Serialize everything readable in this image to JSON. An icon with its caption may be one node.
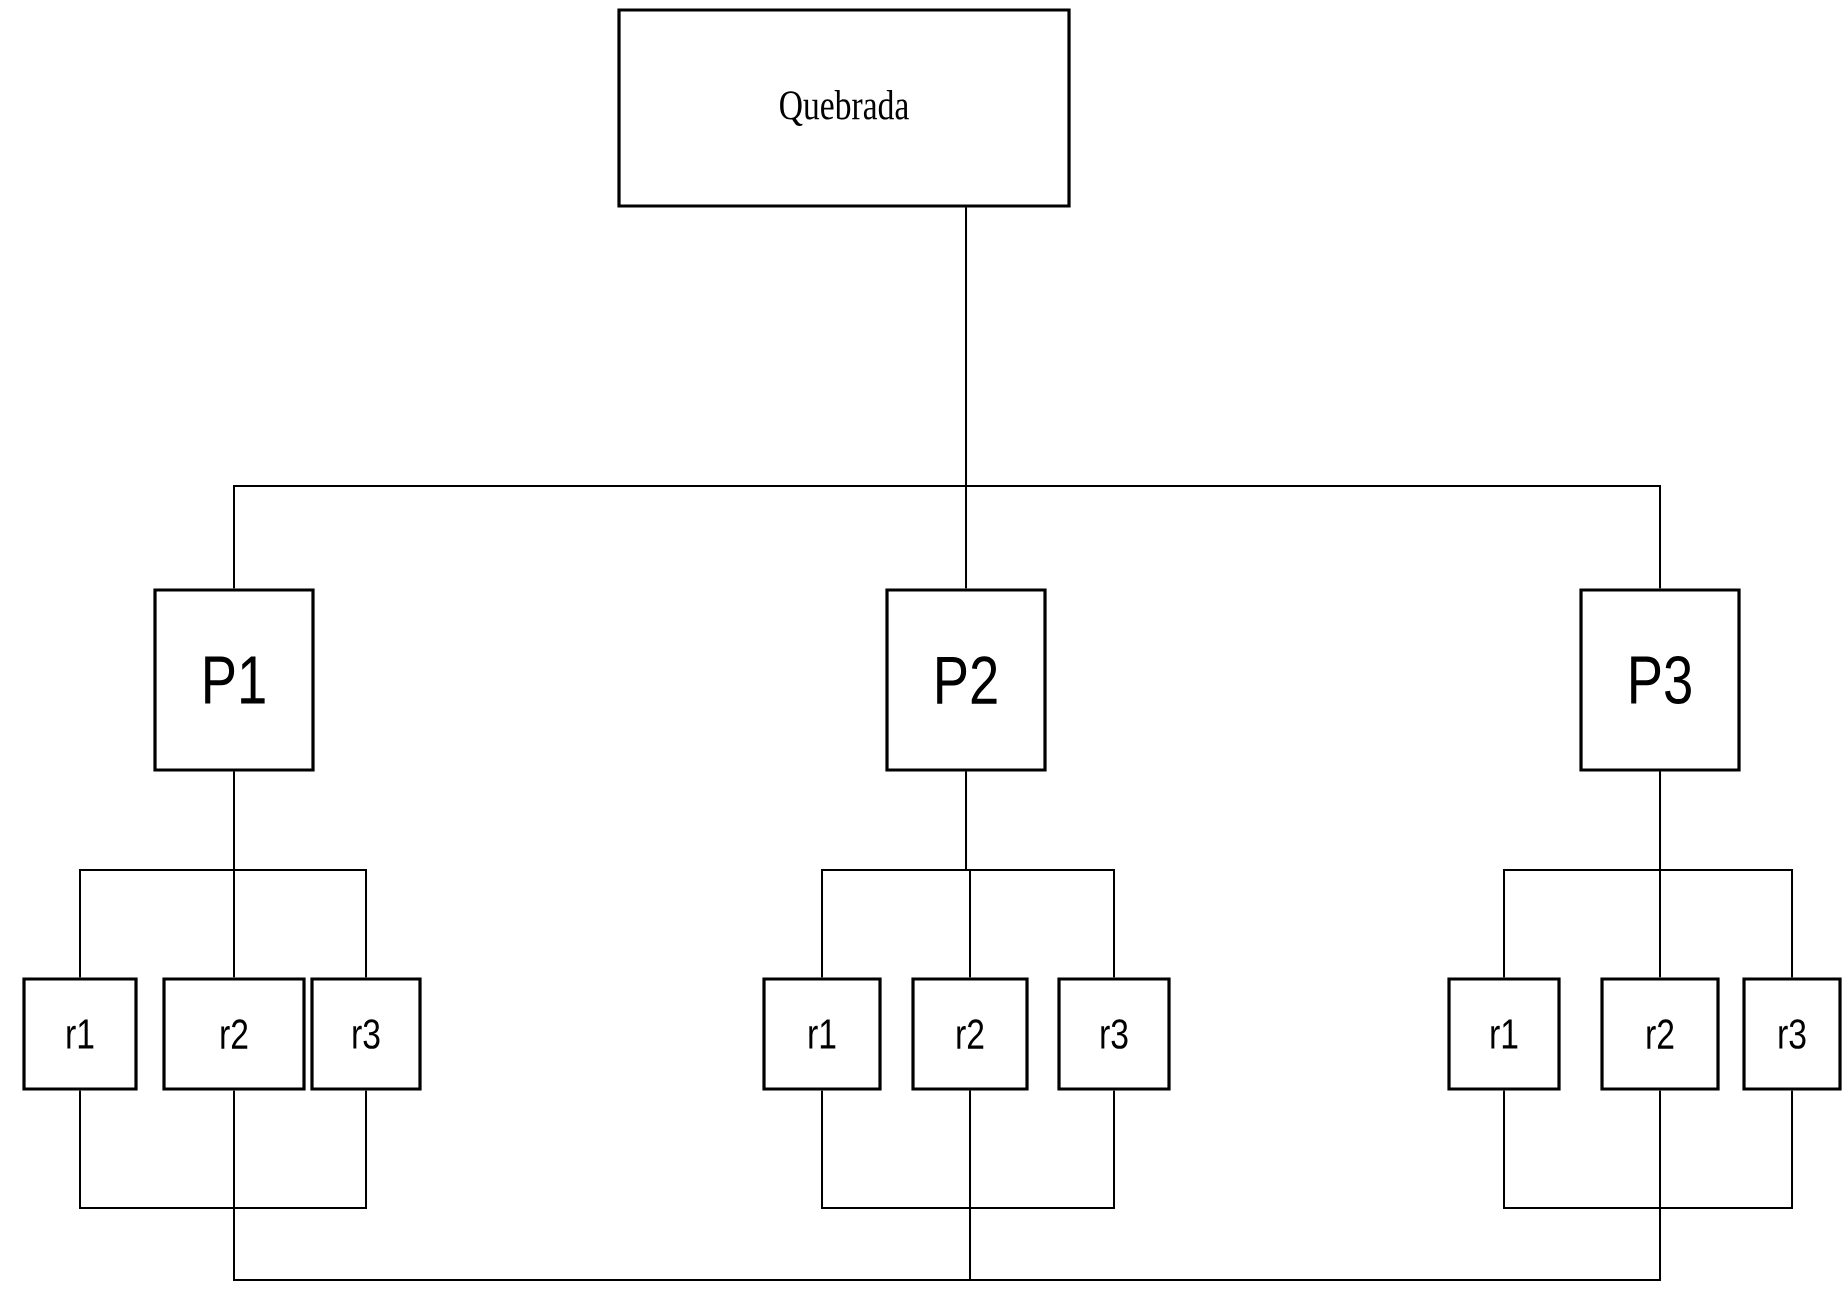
{
  "diagram": {
    "nodes": [
      {
        "text": [
          "Quebrada"
        ]
      },
      {
        "text": [
          "P1"
        ]
      },
      {
        "text": [
          "r1"
        ]
      },
      {
        "text": [
          "r2"
        ]
      },
      {
        "text": [
          "r3"
        ]
      },
      {
        "text": [
          "P2"
        ]
      },
      {
        "text": [
          "r1"
        ]
      },
      {
        "text": [
          "r2"
        ]
      },
      {
        "text": [
          "r3"
        ]
      },
      {
        "text": [
          "P3"
        ]
      },
      {
        "text": [
          "r1"
        ]
      },
      {
        "text": [
          "r2"
        ]
      },
      {
        "text": [
          "r3"
        ]
      }
    ],
    "edges": [
      {
        "from": 0,
        "to": 1,
        "arrow": "none"
      },
      {
        "from": 0,
        "to": 5,
        "arrow": "none"
      },
      {
        "from": 0,
        "to": 9,
        "arrow": "none"
      },
      {
        "from": 1,
        "to": 2,
        "arrow": "none"
      },
      {
        "from": 1,
        "to": 3,
        "arrow": "none"
      },
      {
        "from": 1,
        "to": 4,
        "arrow": "none"
      },
      {
        "from": 5,
        "to": 6,
        "arrow": "none"
      },
      {
        "from": 5,
        "to": 7,
        "arrow": "none"
      },
      {
        "from": 5,
        "to": 8,
        "arrow": "none"
      },
      {
        "from": 9,
        "to": 10,
        "arrow": "none"
      },
      {
        "from": 9,
        "to": 11,
        "arrow": "none"
      },
      {
        "from": 9,
        "to": 12,
        "arrow": "none"
      },
      {
        "from": 2,
        "to": 4,
        "arrow": "none"
      },
      {
        "from": 6,
        "to": 8,
        "arrow": "none"
      },
      {
        "from": 10,
        "to": 12,
        "arrow": "none"
      },
      {
        "from": 3,
        "to": 7,
        "arrow": "none"
      },
      {
        "from": 7,
        "to": 11,
        "arrow": "none"
      }
    ]
  }
}
